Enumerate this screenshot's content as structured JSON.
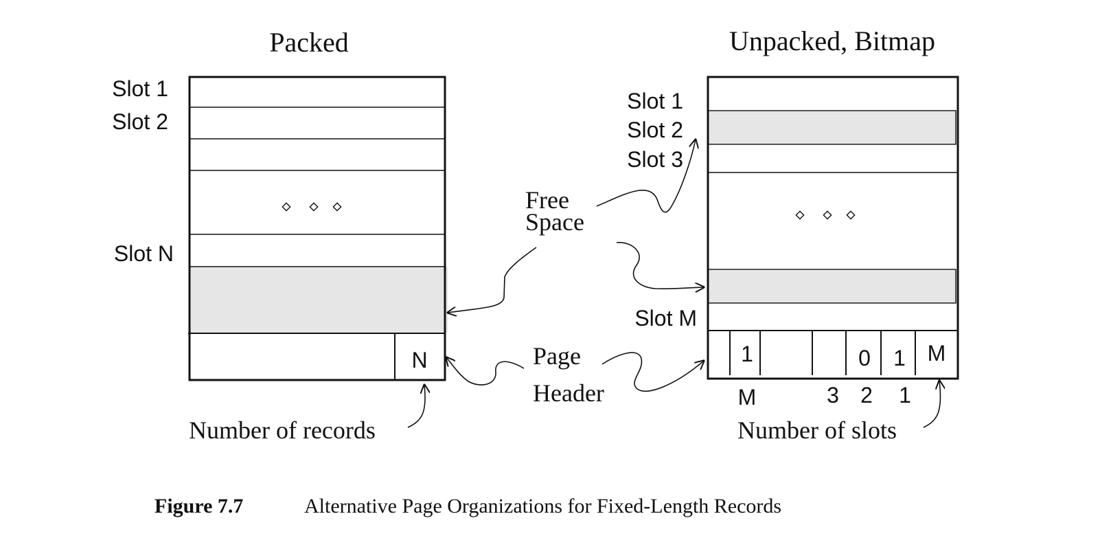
{
  "packed": {
    "title": "Packed",
    "slot_labels": [
      "Slot 1",
      "Slot 2",
      "Slot N"
    ],
    "header_value": "N",
    "caption": "Number of records"
  },
  "unpacked": {
    "title": "Unpacked, Bitmap",
    "slot_labels": [
      "Slot 1",
      "Slot 2",
      "Slot 3",
      "Slot M"
    ],
    "bitmap_values": [
      "1",
      "0",
      "1"
    ],
    "header_value": "M",
    "bit_indices": [
      "M",
      "3",
      "2",
      "1"
    ],
    "caption": "Number of slots"
  },
  "labels": {
    "free_space_line1": "Free",
    "free_space_line2": "Space",
    "page_header_line1": "Page",
    "page_header_line2": "Header"
  },
  "figure": {
    "number": "Figure 7.7",
    "caption": "Alternative Page Organizations for Fixed-Length Records"
  }
}
